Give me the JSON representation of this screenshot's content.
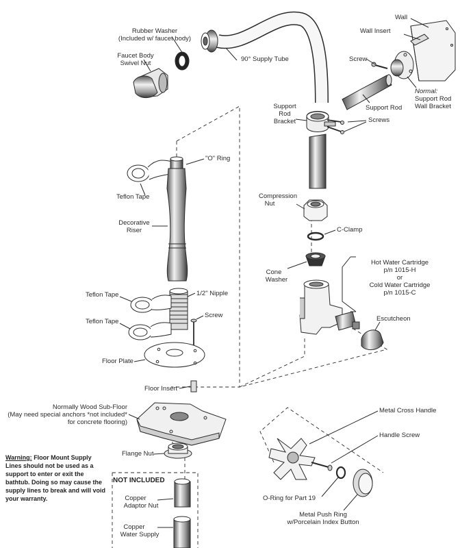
{
  "labels": {
    "rubber_washer": "Rubber Washer",
    "rubber_washer_note": "(Included w/ faucet body)",
    "faucet_body_swivel_nut_1": "Faucet Body",
    "faucet_body_swivel_nut_2": "Swivel Nut",
    "supply_tube": "90° Supply Tube",
    "wall": "Wall",
    "wall_insert": "Wall Insert",
    "screw_top": "Screw",
    "support_rod": "Support Rod",
    "normal_bracket_1": "Normal:",
    "normal_bracket_2": "Support Rod",
    "normal_bracket_3": "Wall Bracket",
    "support_rod_bracket_1": "Support",
    "support_rod_bracket_2": "Rod",
    "support_rod_bracket_3": "Bracket",
    "screws": "Screws",
    "o_ring": "\"O\" Ring",
    "teflon_tape_1": "Teflon Tape",
    "decorative_riser_1": "Decorative",
    "decorative_riser_2": "Riser",
    "compression_nut_1": "Compression",
    "compression_nut_2": "Nut",
    "c_clamp": "C-Clamp",
    "cone_washer_1": "Cone",
    "cone_washer_2": "Washer",
    "cartridge_1": "Hot Water Cartridge",
    "cartridge_2": "p/n 1015-H",
    "cartridge_3": "or",
    "cartridge_4": "Cold Water Cartridge",
    "cartridge_5": "p/n 1015-C",
    "escutcheon": "Escutcheon",
    "teflon_tape_2": "Teflon Tape",
    "nipple": "1/2\" Nipple",
    "teflon_tape_3": "Teflon Tape",
    "screw_floor": "Screw",
    "floor_plate": "Floor Plate",
    "floor_insert": "Floor Insert",
    "subfloor_1": "Normally Wood Sub-Floor",
    "subfloor_2": "(May need special anchors *not included*",
    "subfloor_3": "for concrete flooring)",
    "metal_cross_handle": "Metal Cross Handle",
    "handle_screw": "Handle Screw",
    "flange_nut": "Flange Nut",
    "warning_head": "Warning:",
    "warning_text": "Floor Mount Supply Lines should not be used as a support to enter or exit the bathtub.  Doing so may cause the supply lines to break and will void your warranty.",
    "not_included": "NOT INCLUDED",
    "copper_adaptor_1": "Copper",
    "copper_adaptor_2": "Adaptor Nut",
    "copper_supply_1": "Copper",
    "copper_supply_2": "Water Supply",
    "o_ring_part": "O-Ring for Part 19",
    "push_ring_1": "Metal Push Ring",
    "push_ring_2": "w/Porcelain Index Button"
  },
  "colors": {
    "line": "#2a2a2a",
    "fill": "#ffffff",
    "shade": "#bdbdbd",
    "dark": "#6a6a6a"
  }
}
